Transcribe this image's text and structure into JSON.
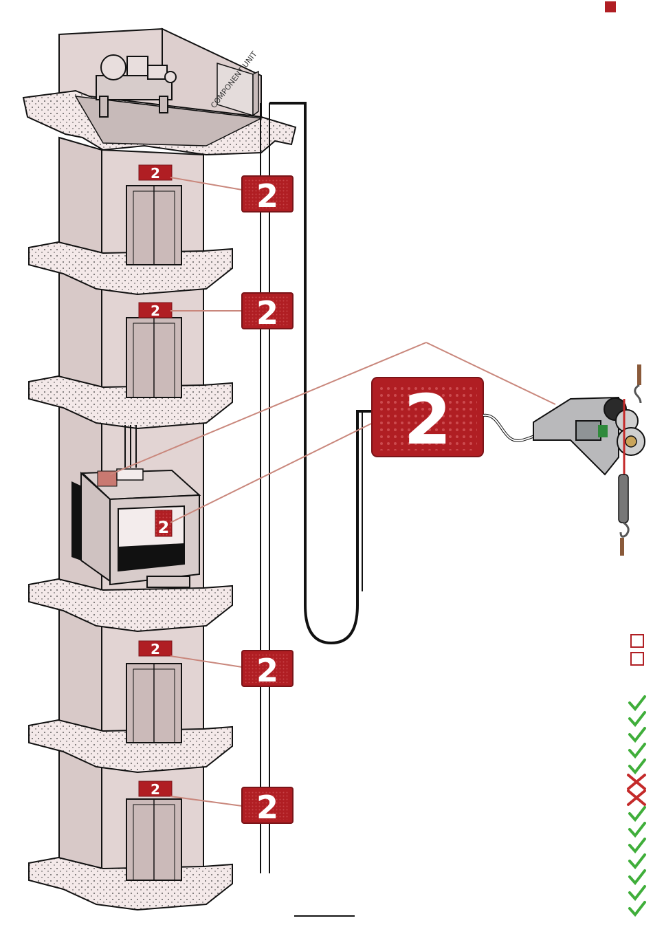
{
  "component_unit": {
    "label": "COMPONENT UNIT"
  },
  "floor_indicators": [
    {
      "value": "2"
    },
    {
      "value": "2"
    },
    {
      "value": "2"
    },
    {
      "value": "2"
    }
  ],
  "main_display": {
    "value": "2"
  },
  "car_display": {
    "value": "2"
  },
  "colors": {
    "accent_red": "#b01e23",
    "wall": "#e2d4d3",
    "door": "#cbbab9",
    "slab": "#f4e9e9",
    "leader": "#c9877c",
    "check_green": "#3fae3a",
    "cross_red": "#c42a2a",
    "outline": "#111111"
  },
  "legend": {
    "checkboxes": [
      {
        "state": "empty"
      },
      {
        "state": "empty"
      }
    ],
    "marks": [
      {
        "mark": "check"
      },
      {
        "mark": "check"
      },
      {
        "mark": "check"
      },
      {
        "mark": "check"
      },
      {
        "mark": "check"
      },
      {
        "mark": "cross"
      },
      {
        "mark": "cross"
      },
      {
        "mark": "check"
      },
      {
        "mark": "check"
      },
      {
        "mark": "check"
      },
      {
        "mark": "check"
      },
      {
        "mark": "check"
      },
      {
        "mark": "check"
      },
      {
        "mark": "check"
      }
    ]
  }
}
